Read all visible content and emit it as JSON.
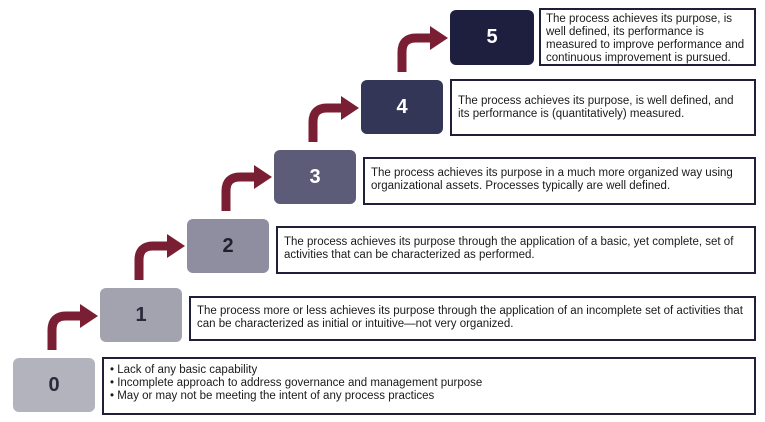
{
  "levels": [
    {
      "number": "0",
      "color": "#b3b3bd",
      "text_color": "#2a2a3a",
      "bullets": [
        "• Lack of any basic capability",
        "• Incomplete approach to address governance and management purpose",
        "• May or may not be meeting the intent of any process practices"
      ]
    },
    {
      "number": "1",
      "color": "#a3a3b0",
      "text_color": "#2a2a3a",
      "description": "The process more or less achieves its purpose through the application of an incomplete set of activities that can be characterized as initial or intuitive—not very organized."
    },
    {
      "number": "2",
      "color": "#8e8ea0",
      "text_color": "#1f1f2e",
      "description": "The process achieves its purpose through the application of a basic, yet complete, set of activities that can be characterized as performed."
    },
    {
      "number": "3",
      "color": "#5c5c78",
      "text_color": "#ffffff",
      "description": "The process achieves its purpose in a much more organized way using organizational assets. Processes typically are well defined."
    },
    {
      "number": "4",
      "color": "#343658",
      "text_color": "#ffffff",
      "description": "The process achieves its purpose, is well defined, and its performance is (quantitatively) measured."
    },
    {
      "number": "5",
      "color": "#1e1f3e",
      "text_color": "#ffffff",
      "description": "The process achieves its purpose, is well defined, its performance is measured to improve performance and continuous improvement is pursued."
    }
  ],
  "colors": {
    "arrow": "#7a1f33",
    "desc_border": "#1f1f3a"
  }
}
